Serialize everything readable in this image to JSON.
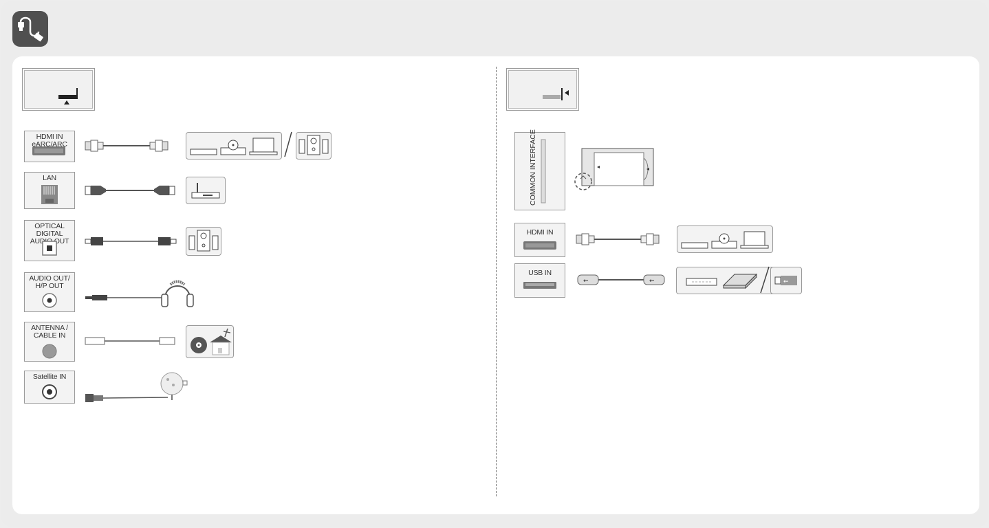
{
  "left_section": {
    "ports": [
      {
        "id": "hdmi-earc",
        "label": "HDMI IN\neARC/ARC"
      },
      {
        "id": "lan",
        "label": "LAN"
      },
      {
        "id": "optical",
        "label": "OPTICAL DIGITAL\nAUDIO OUT"
      },
      {
        "id": "audio-out",
        "label": "AUDIO OUT/\nH/P OUT"
      },
      {
        "id": "antenna",
        "label": "ANTENNA /\nCABLE IN"
      },
      {
        "id": "satellite",
        "label": "Satellite IN"
      }
    ]
  },
  "right_section": {
    "common_interface_label": "COMMON INTERFACE",
    "ports": [
      {
        "id": "hdmi-in",
        "label": "HDMI IN"
      },
      {
        "id": "usb-in",
        "label": "USB IN"
      }
    ]
  },
  "icons": [
    "cable-connection-icon",
    "tv-rear-bottom-icon",
    "tv-rear-side-icon",
    "hdmi-cable-icon",
    "lan-cable-icon",
    "optical-cable-icon",
    "headphone-icon",
    "antenna-icon",
    "satellite-dish-icon",
    "router-icon",
    "speaker-icon",
    "laptop-icon",
    "ci-module-icon",
    "usb-drive-icon",
    "hard-drive-icon"
  ],
  "colors": {
    "icon_bg": "#505050",
    "panel": "#ffffff",
    "background": "#ececec",
    "line": "#555555"
  }
}
